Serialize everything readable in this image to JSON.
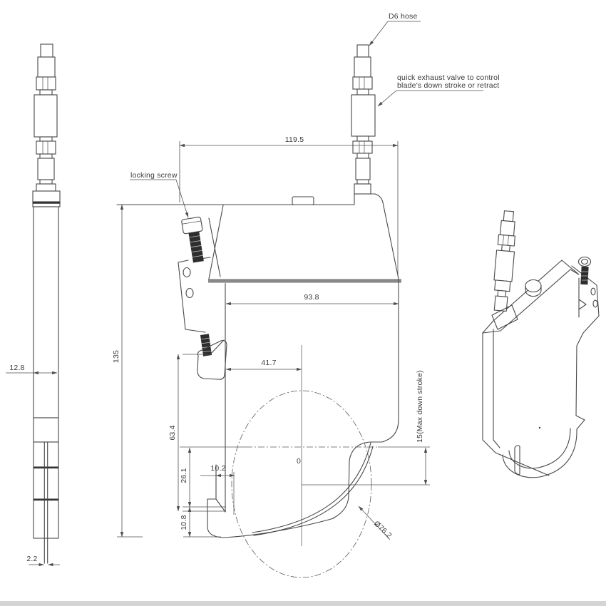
{
  "drawing": {
    "labels": {
      "d6_hose": "D6 hose",
      "quick_exhaust_1": "quick exhaust valve  to control",
      "quick_exhaust_2": "blade's down stroke or retract",
      "locking_screw": "locking screw"
    },
    "dims": {
      "overall_width": "119.5",
      "body_width": "93.8",
      "blade_center_offset": "41.7",
      "overall_height": "135",
      "mid_height": "63.4",
      "lower_height": "26.1",
      "step_width": "10.2",
      "bottom_height": "10.8",
      "side_width": "12.8",
      "blade_thickness": "2.2",
      "blade_diameter": "Ø76.2",
      "max_stroke": "15(Max down stroke)",
      "origin_marker": "0"
    },
    "colors": {
      "line": "#484848",
      "dimension": "#4f4f4f",
      "slot_gray": "#8a8a8a",
      "background": "#ffffff"
    }
  }
}
